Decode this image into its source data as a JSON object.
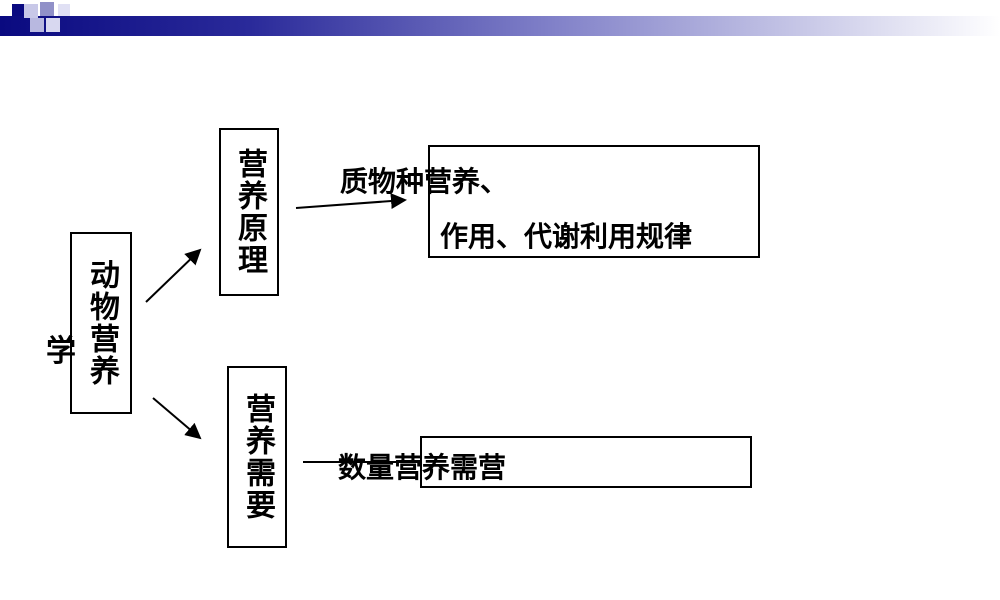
{
  "root": {
    "label": "动物营养",
    "tail": "学"
  },
  "branches": [
    {
      "label": "营养原理",
      "detail_line1": "质物种营养、",
      "detail_line2": "作用、代谢利用规律"
    },
    {
      "label": "营养需要",
      "detail": "数量营养需营"
    }
  ]
}
